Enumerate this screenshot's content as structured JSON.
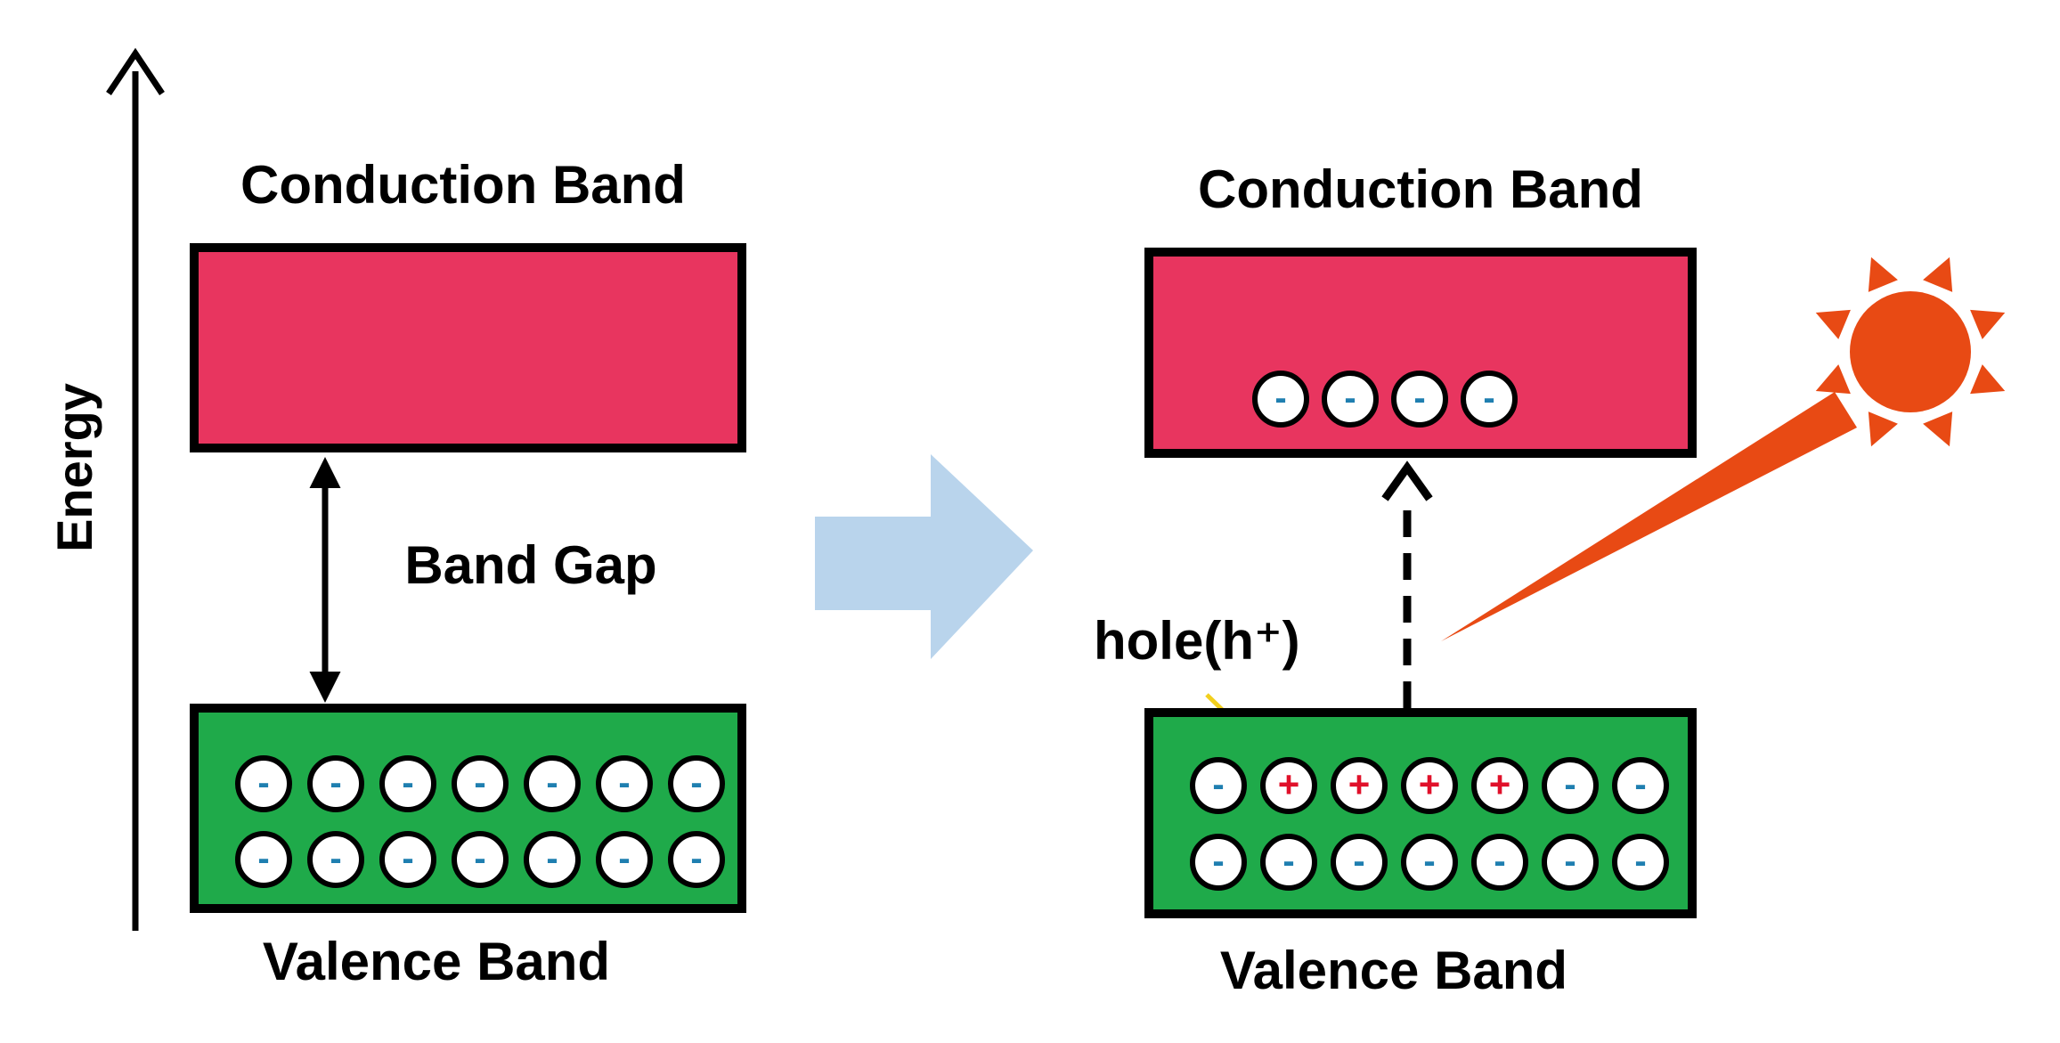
{
  "axis": {
    "label": "Energy"
  },
  "left_panel": {
    "conduction_label": "Conduction Band",
    "gap_label": "Band Gap",
    "valence_label": "Valence Band",
    "valence_rows": [
      [
        "-",
        "-",
        "-",
        "-",
        "-",
        "-",
        "-"
      ],
      [
        "-",
        "-",
        "-",
        "-",
        "-",
        "-",
        "-"
      ]
    ]
  },
  "right_panel": {
    "conduction_label": "Conduction Band",
    "valence_label": "Valence Band",
    "hole_label": "hole(h⁺)",
    "excited_electrons": [
      "-",
      "-",
      "-",
      "-"
    ],
    "valence_rows": [
      [
        "-",
        "+",
        "+",
        "+",
        "+",
        "-",
        "-"
      ],
      [
        "-",
        "-",
        "-",
        "-",
        "-",
        "-",
        "-"
      ]
    ]
  },
  "colors": {
    "conduction": "#e8355f",
    "valence": "#1faa4a",
    "process_arrow": "#b9d4ec",
    "sun": "#e84a14",
    "electron_sign": "#1f7fb0",
    "hole_sign": "#e0102a",
    "hole_pointer": "#f2cf1d"
  }
}
